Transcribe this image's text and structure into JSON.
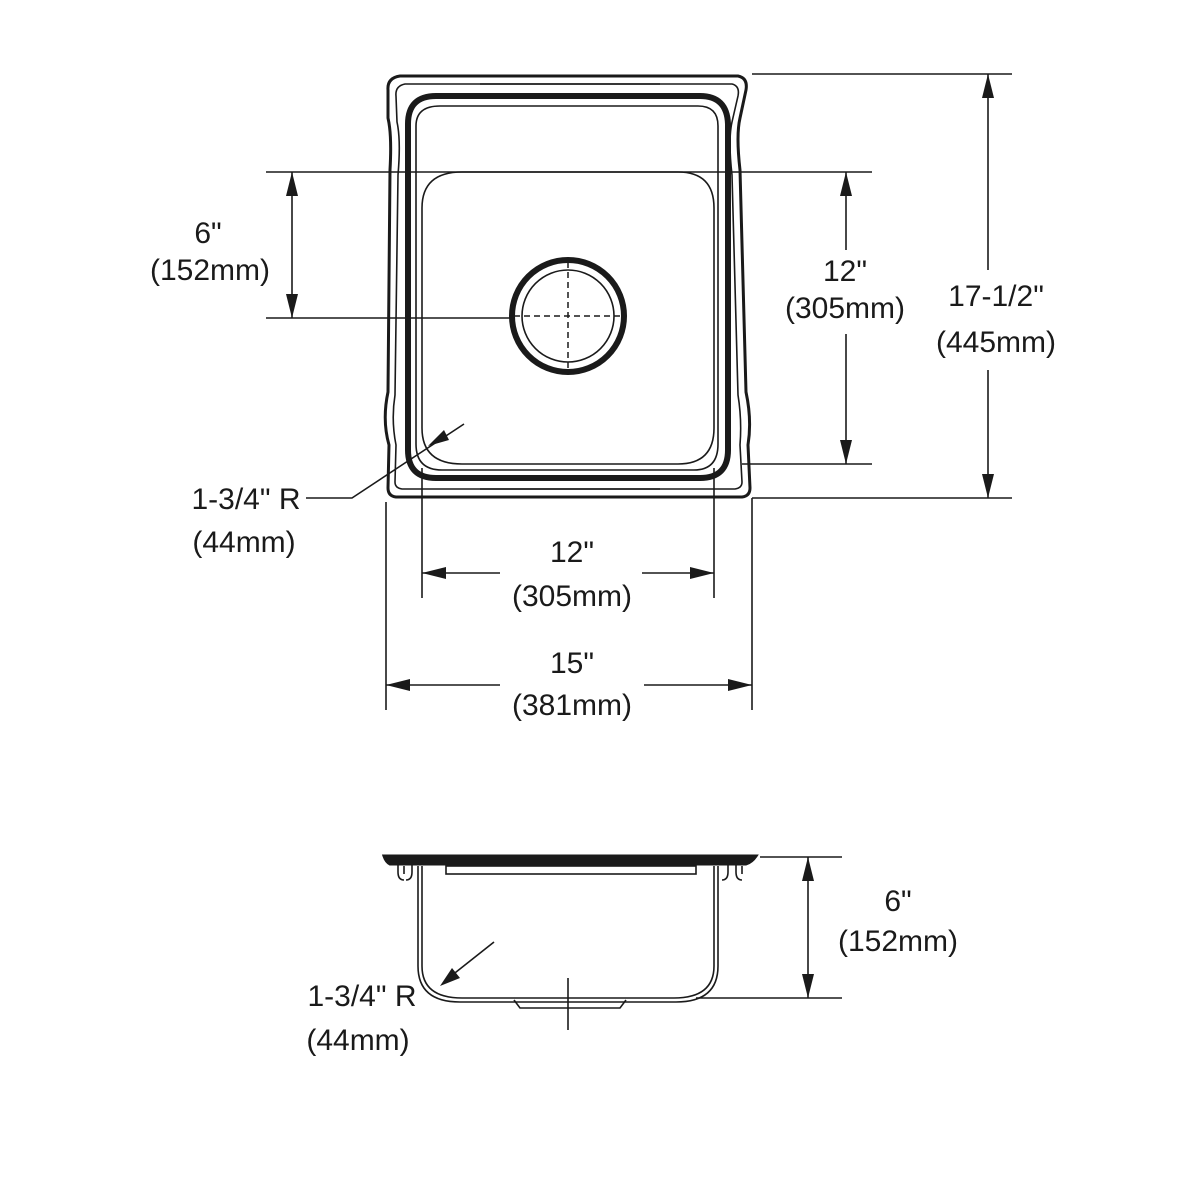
{
  "top_view": {
    "drain_offset": {
      "inches": "6\"",
      "mm": "(152mm)"
    },
    "bowl_length": {
      "inches": "12\"",
      "mm": "(305mm)"
    },
    "overall_length": {
      "inches": "17-1/2\"",
      "mm": "(445mm)"
    },
    "corner_radius": {
      "inches": "1-3/4\" R",
      "mm": "(44mm)"
    },
    "bowl_width": {
      "inches": "12\"",
      "mm": "(305mm)"
    },
    "overall_width": {
      "inches": "15\"",
      "mm": "(381mm)"
    }
  },
  "side_view": {
    "bowl_depth": {
      "inches": "6\"",
      "mm": "(152mm)"
    },
    "corner_radius": {
      "inches": "1-3/4\" R",
      "mm": "(44mm)"
    }
  }
}
